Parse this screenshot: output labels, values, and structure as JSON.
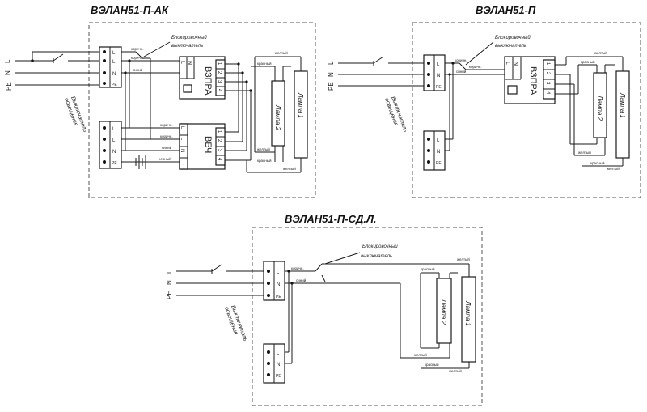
{
  "titles": {
    "ak": "ВЭЛАН51-П-АК",
    "p": "ВЭЛАН51-П",
    "sdl": "ВЭЛАН51-П-СД.Л."
  },
  "mains": {
    "l": "L",
    "n": "N",
    "pe": "PE"
  },
  "switch_label": {
    "line1": "Выключатель",
    "line2": "освещения"
  },
  "blocking_label": {
    "line1": "Блокировочный",
    "line2": "выключатель"
  },
  "terminal": {
    "l": "L",
    "n": "N",
    "pe": "PE"
  },
  "vzpra": {
    "name": "ВЗПРА",
    "pins": [
      "1",
      "2",
      "3",
      "4"
    ],
    "l": "L",
    "n": "N"
  },
  "vbch": {
    "name": "ВБЧ",
    "pins": [
      "1",
      "2",
      "3",
      "4"
    ],
    "l": "L",
    "n": "N",
    "plus": "+",
    "minus": "-"
  },
  "lamps": {
    "lamp1": "Лампа 1",
    "lamp2": "Лампа 2"
  },
  "wire_colors": {
    "brown": "коричн.",
    "blue": "синий",
    "yellow": "желтый",
    "red": "красный",
    "black": "черный"
  }
}
